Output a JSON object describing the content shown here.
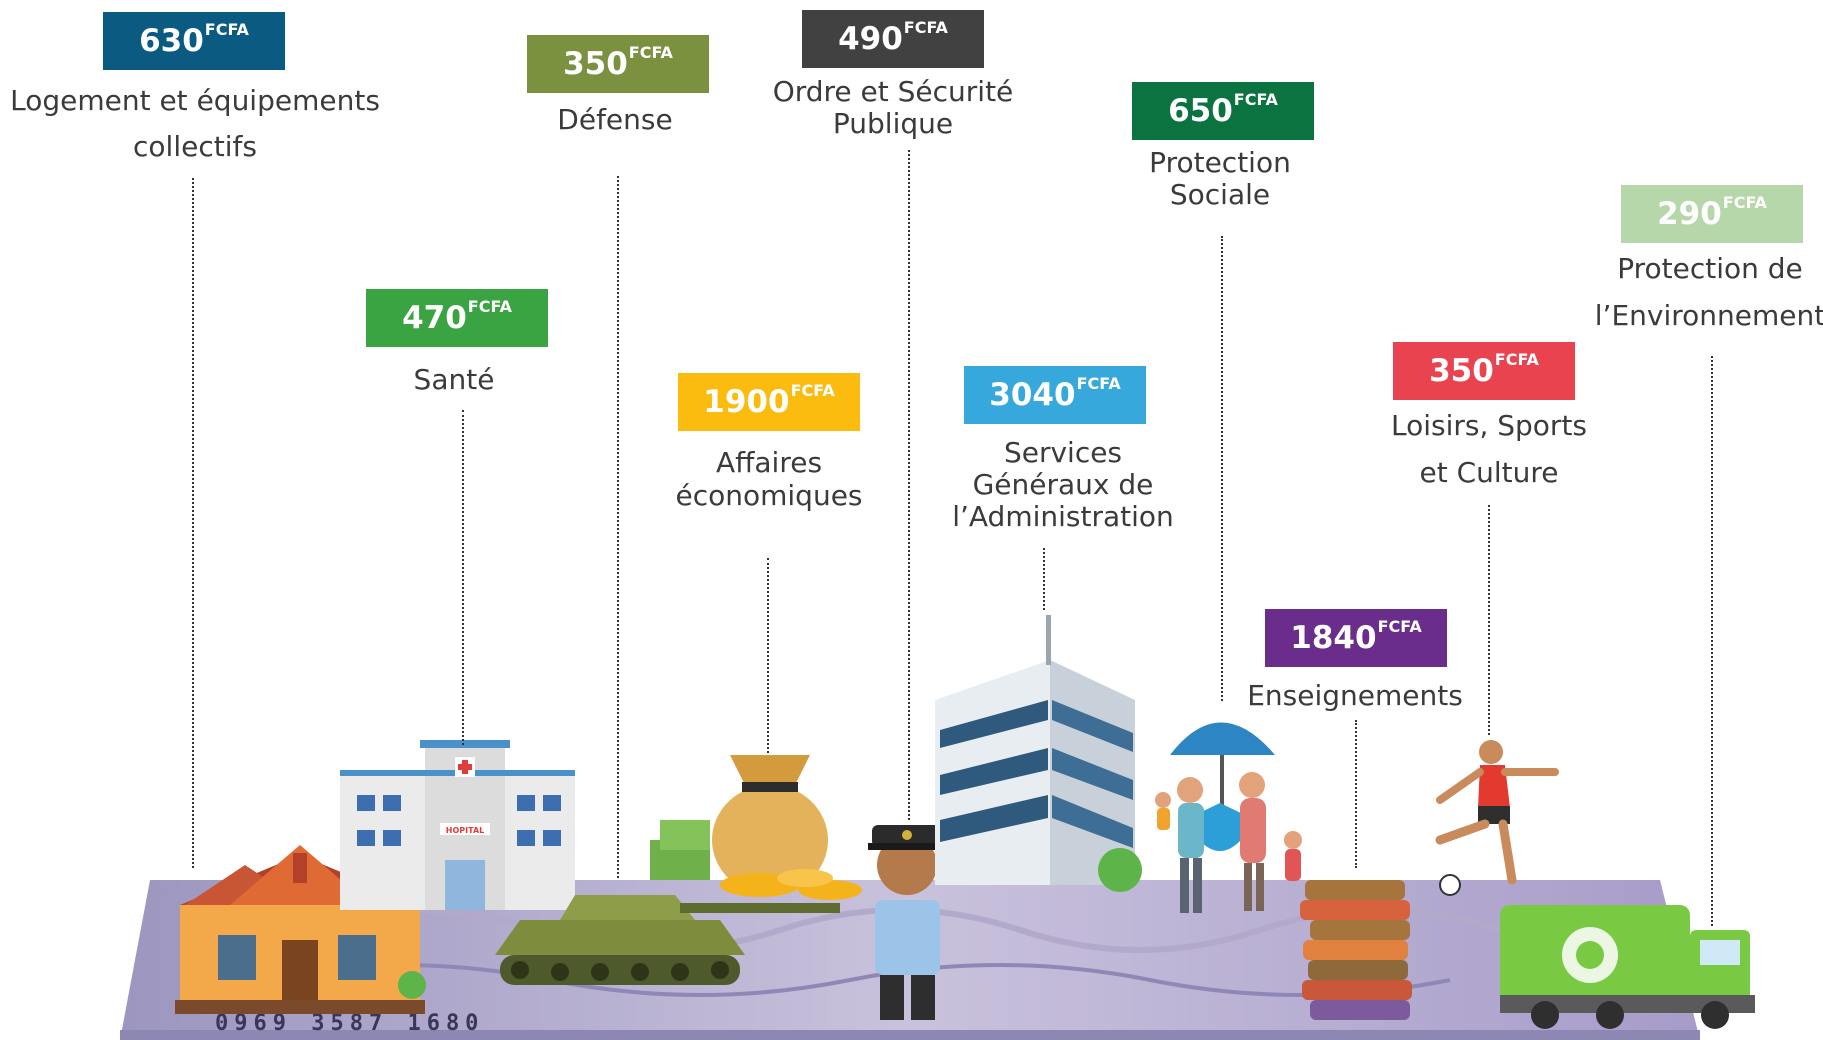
{
  "currency_unit": "FCFA",
  "categories": [
    {
      "id": "logement",
      "amount": "630",
      "lines": [
        "Logement et équipements",
        "collectifs"
      ],
      "color": "#0b5a82"
    },
    {
      "id": "sante",
      "amount": "470",
      "lines": [
        "Santé"
      ],
      "color": "#3aa342"
    },
    {
      "id": "defense",
      "amount": "350",
      "lines": [
        "Défense"
      ],
      "color": "#7c9140"
    },
    {
      "id": "affaires",
      "amount": "1900",
      "lines": [
        "Affaires",
        "économiques"
      ],
      "color": "#fbbc0f"
    },
    {
      "id": "ordre",
      "amount": "490",
      "lines": [
        "Ordre et Sécurité",
        "Publique"
      ],
      "color": "#414141"
    },
    {
      "id": "services",
      "amount": "3040",
      "lines": [
        "Services",
        "Généraux de",
        "l’Administration"
      ],
      "color": "#37a8dc"
    },
    {
      "id": "protection-sociale",
      "amount": "650",
      "lines": [
        "Protection",
        "Sociale"
      ],
      "color": "#0a7340"
    },
    {
      "id": "enseignements",
      "amount": "1840",
      "lines": [
        "Enseignements"
      ],
      "color": "#6b2d8b"
    },
    {
      "id": "loisirs",
      "amount": "350",
      "lines": [
        "Loisirs, Sports",
        "et Culture"
      ],
      "color": "#e9434f"
    },
    {
      "id": "environnement",
      "amount": "290",
      "lines": [
        "Protection de",
        "l’Environnement"
      ],
      "color": "#b5d7aa"
    }
  ],
  "illustration": {
    "hospital_sign": "HOPITAL",
    "banknote_serial": "0969 3587 1680"
  }
}
